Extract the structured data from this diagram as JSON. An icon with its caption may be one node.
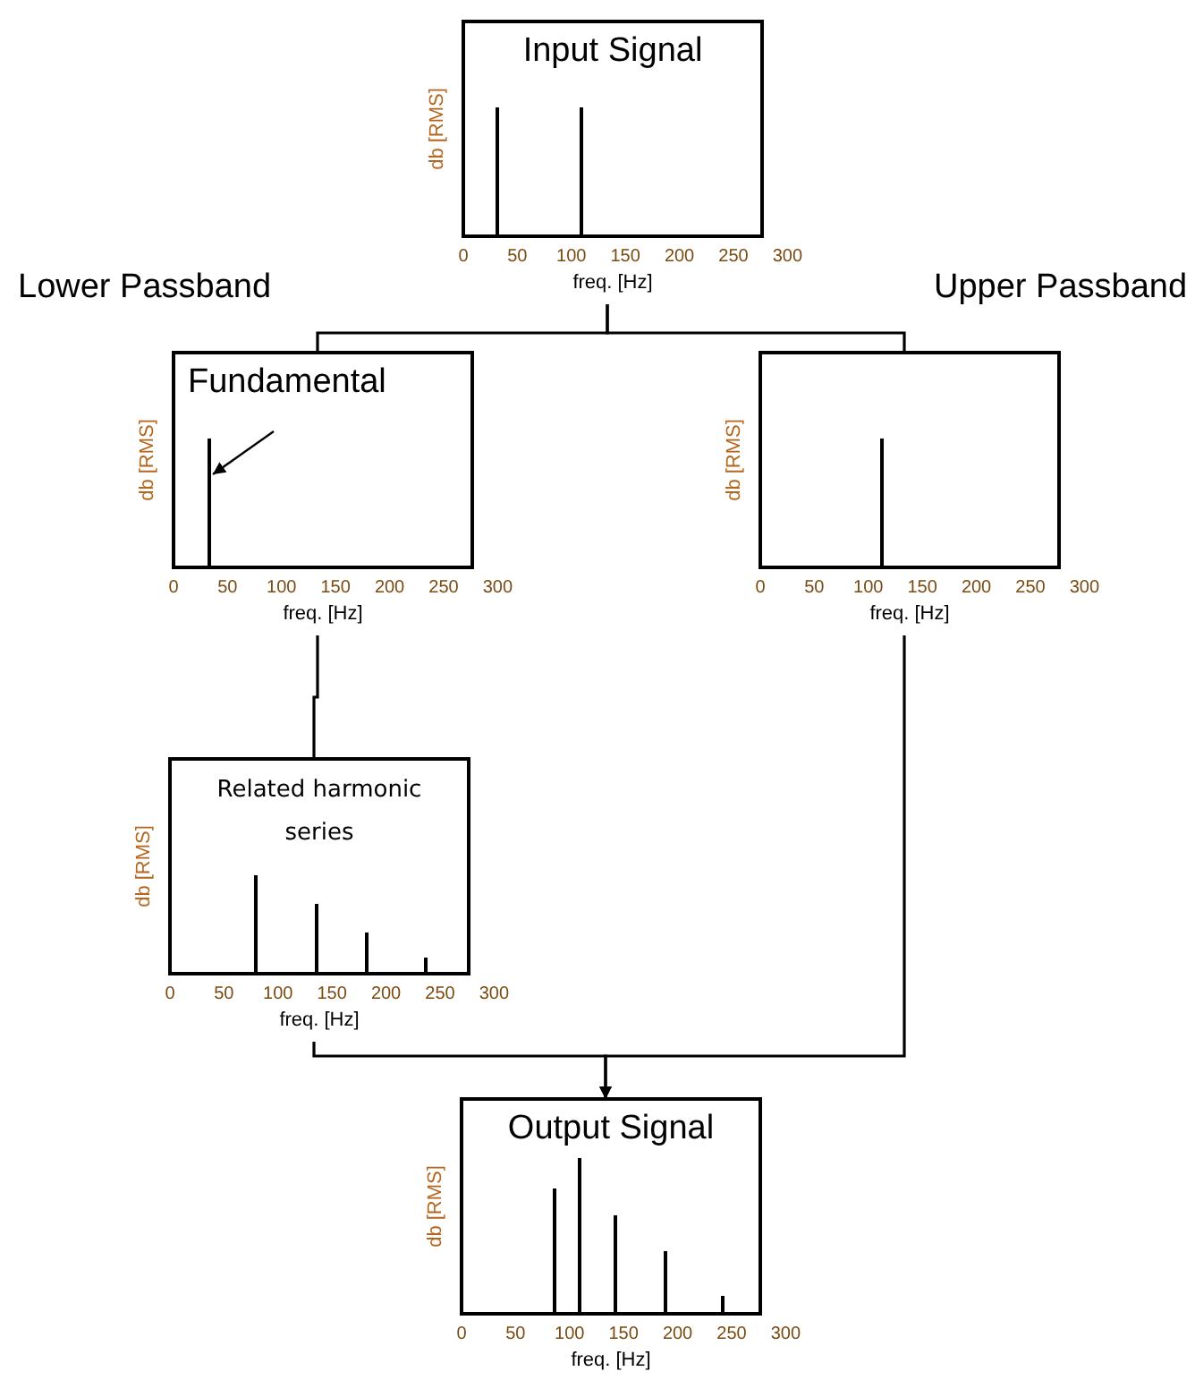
{
  "diagram": {
    "nodes": [
      {
        "text": [
          "Input Signal"
        ],
        "beside": [
          "db [RMS]",
          "0",
          "50",
          "100",
          "150",
          "200",
          "250",
          "300",
          "freq. [Hz]"
        ]
      },
      {
        "text": [
          "Fundamental"
        ],
        "beside": [
          "db [RMS]",
          "0",
          "50",
          "100",
          "150",
          "200",
          "250",
          "300",
          "freq. [Hz]"
        ]
      },
      {
        "text": [],
        "shape": "box",
        "beside": [
          "db [RMS]",
          "0",
          "50",
          "100",
          "150",
          "200",
          "250",
          "300",
          "freq. [Hz]"
        ]
      },
      {
        "text": [
          "Related harmonic series"
        ],
        "beside": [
          "db [RMS]",
          "0",
          "50",
          "100",
          "150",
          "200",
          "250",
          "300",
          "freq. [Hz]"
        ]
      },
      {
        "text": [
          "Output Signal"
        ],
        "beside": [
          "db [RMS]",
          "0",
          "50",
          "100",
          "150",
          "200",
          "250",
          "300",
          "freq. [Hz]"
        ]
      },
      {
        "text": [],
        "shape": "bar",
        "in": 1
      }
    ],
    "edges": [
      {
        "from": 0,
        "to": 1,
        "arrow": "none"
      },
      {
        "from": 0,
        "to": 2,
        "arrow": "none"
      },
      {
        "from": 1,
        "to": 3,
        "arrow": "none"
      },
      {
        "from": 3,
        "to": 4,
        "arrow": "to"
      },
      {
        "from": 2,
        "to": 4,
        "arrow": "to"
      },
      {
        "from": null,
        "to": 5,
        "arrow": "to"
      }
    ],
    "labels": [
      "Lower Passband",
      "Upper Passband"
    ]
  }
}
